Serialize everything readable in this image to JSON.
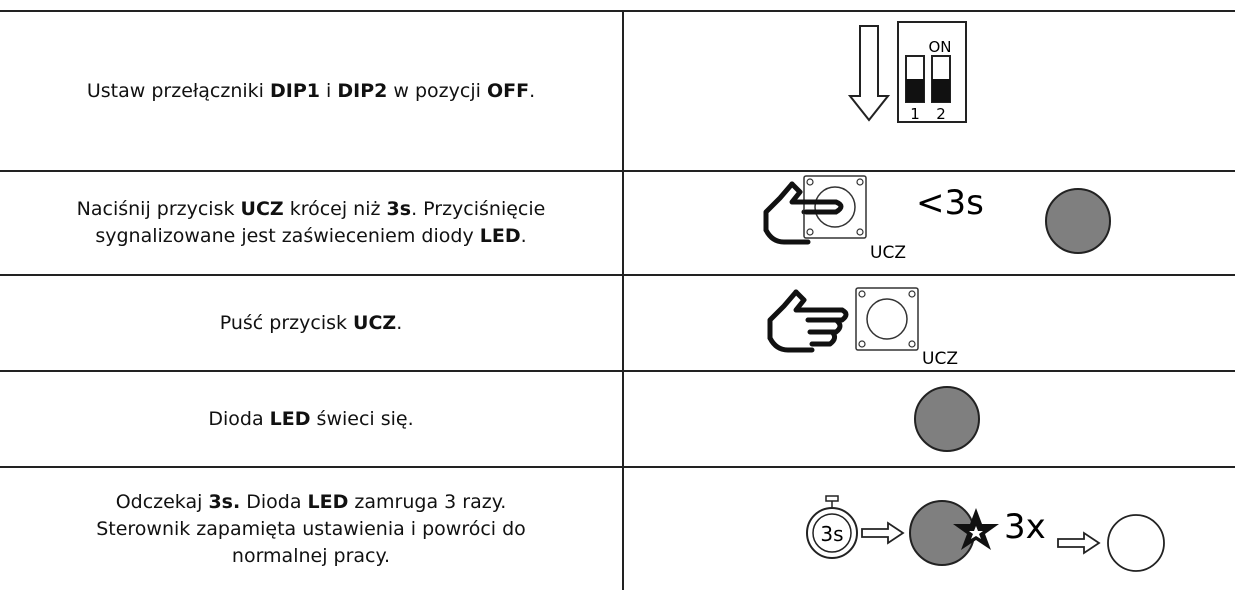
{
  "rows": [
    {
      "text": [
        "Ustaw przełączniki ",
        {
          "b": "DIP1"
        },
        " i ",
        {
          "b": "DIP2"
        },
        " w pozycji ",
        {
          "b": "OFF"
        },
        "."
      ],
      "dip": {
        "on_label": "ON",
        "switch1": "1",
        "switch2": "2"
      }
    },
    {
      "text": [
        "Naciśnij przycisk ",
        {
          "b": "UCZ"
        },
        " krócej niż ",
        {
          "b": "3s"
        },
        ". Przyciśnięcie",
        {
          "br": true
        },
        "sygnalizowane jest zaświeceniem diody ",
        {
          "b": "LED"
        },
        "."
      ],
      "button_label": "UCZ",
      "time_label": "<3s",
      "led_color": "#7f7f7f"
    },
    {
      "text": [
        "Puść przycisk ",
        {
          "b": "UCZ"
        },
        "."
      ],
      "button_label": "UCZ"
    },
    {
      "text": [
        "Dioda ",
        {
          "b": "LED"
        },
        " świeci się."
      ],
      "led_color": "#7f7f7f"
    },
    {
      "text": [
        "Odczekaj ",
        {
          "b": "3s."
        },
        " Dioda ",
        {
          "b": "LED"
        },
        " zamruga 3 razy.",
        {
          "br": true
        },
        "Sterownik zapamięta ustawienia i powróci do",
        {
          "br": true
        },
        "normalnej pracy."
      ],
      "timer_label": "3s",
      "blink_label": "3x",
      "led_color": "#7f7f7f",
      "led_off_color": "#ffffff"
    }
  ]
}
